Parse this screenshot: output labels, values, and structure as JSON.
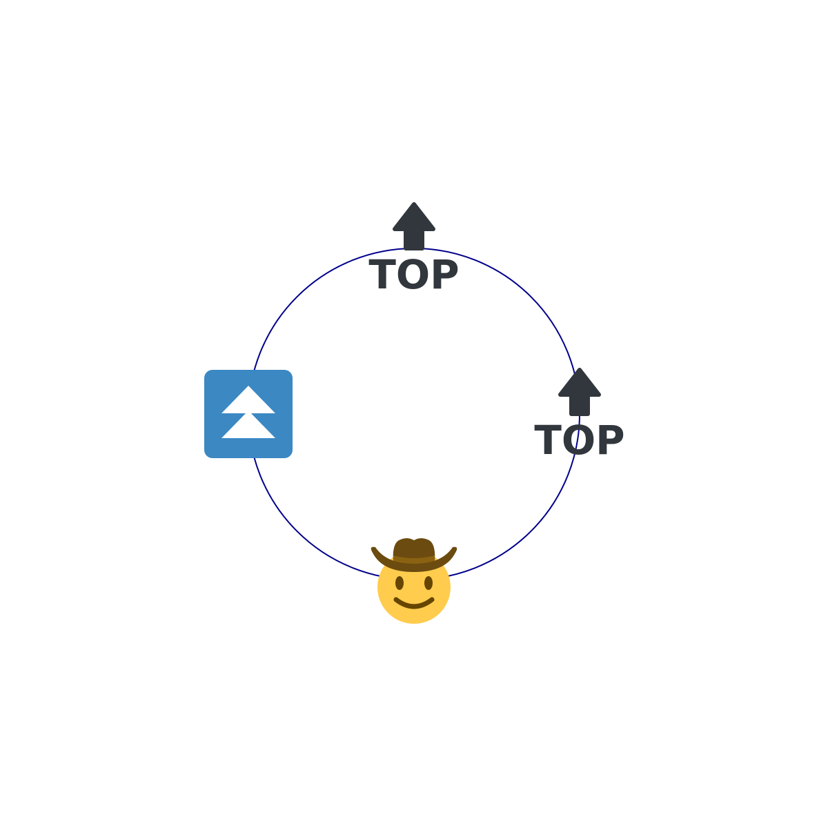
{
  "diagram": {
    "ring_color": "#00008b",
    "items": [
      {
        "position": "top",
        "icon": "top-arrow-icon",
        "label": "TOP",
        "color": "#31373d"
      },
      {
        "position": "right",
        "icon": "top-arrow-icon",
        "label": "TOP",
        "color": "#31373d"
      },
      {
        "position": "bottom",
        "icon": "cowboy-hat-face-icon",
        "colors": {
          "face": "#ffcc4d",
          "hat": "#6b4b0f",
          "hat_band": "#8a6212",
          "features": "#664500"
        }
      },
      {
        "position": "left",
        "icon": "fast-up-button-icon",
        "colors": {
          "tile": "#3b88c3",
          "arrows": "#ffffff"
        }
      }
    ]
  }
}
